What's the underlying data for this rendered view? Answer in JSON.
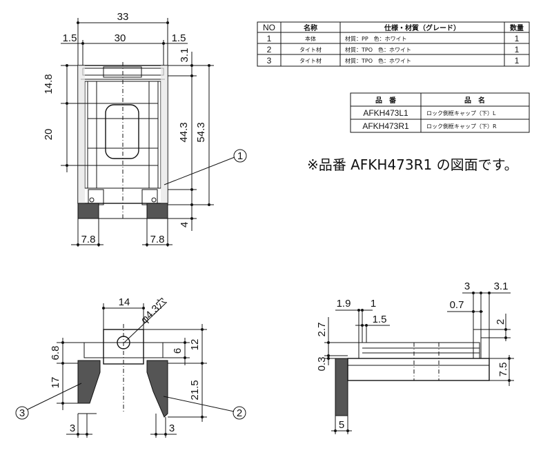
{
  "parts_table": {
    "headers": [
      "NO",
      "名称",
      "仕様・材質（グレード）",
      "数量"
    ],
    "rows": [
      {
        "no": "1",
        "name": "本体",
        "spec": "材質：PP　色：ホワイト",
        "qty": "1"
      },
      {
        "no": "2",
        "name": "タイト材",
        "spec": "材質：TPO　色：ホワイト",
        "qty": "1"
      },
      {
        "no": "3",
        "name": "タイト材",
        "spec": "材質：TPO　色：ホワイト",
        "qty": "1"
      }
    ]
  },
  "product_table": {
    "headers": [
      "品　番",
      "品　名"
    ],
    "rows": [
      {
        "code": "AFKH473L1",
        "name": "ロック側框キャップ（下）L"
      },
      {
        "code": "AFKH473R1",
        "name": "ロック側框キャップ（下）R"
      }
    ]
  },
  "note": "※品番 AFKH473R1 の図面です。",
  "front_view": {
    "dims": {
      "overall_width": "33",
      "inner_width": "30",
      "left_margin": "1.5",
      "right_margin": "1.5",
      "top_offset": "3.1",
      "upper_height": "14.8",
      "window_height": "20",
      "inner_height": "44.3",
      "total_height": "54.3",
      "foot_height": "4",
      "left_foot": "7.8",
      "right_foot": "7.8"
    },
    "callout": "1"
  },
  "bottom_view": {
    "dims": {
      "hole_width": "14",
      "hole_diameter": "φ4.3穴",
      "top_height": "6.8",
      "slot_height": "6",
      "block_height": "12",
      "side_height": "17",
      "leg_height": "21.5",
      "left_leg": "3",
      "right_leg": "3"
    },
    "callouts": [
      "3",
      "2"
    ]
  },
  "side_view": {
    "dims": {
      "d1": "3",
      "d2": "3.1",
      "d3": "1.9",
      "d4": "1",
      "d5": "0.7",
      "d6": "1.5",
      "d7": "2",
      "d8": "2.7",
      "d9": "0.3",
      "d10": "7.5",
      "d11": "5"
    }
  }
}
